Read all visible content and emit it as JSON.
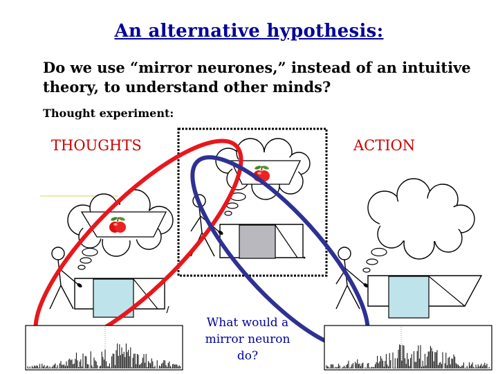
{
  "title": "An alternative hypothesis:",
  "question": "Do we use “mirror neurones,” instead of an intuitive theory, to understand other minds?",
  "thought_experiment_label": "Thought experiment:",
  "label_thoughts": "THOUGHTS",
  "label_action": "ACTION",
  "mirror_question": "What would a mirror neuron do?",
  "colors": {
    "title": "#000099",
    "labels": "#cc0000",
    "red_ellipse": "#e8171c",
    "blue_ellipse": "#2e3192",
    "box_lightblue": "#bfe3ea",
    "box_gray": "#b8b8be"
  }
}
